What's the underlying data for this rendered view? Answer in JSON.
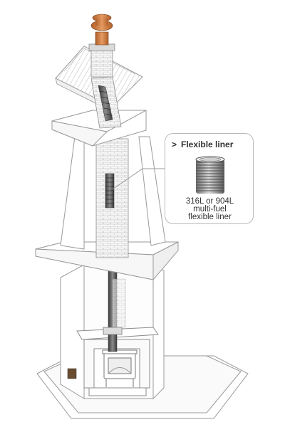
{
  "callout": {
    "title": "Flexible liner",
    "chevron": ">",
    "line1": "316L or 904L",
    "line2": "multi-fuel",
    "line3": "flexible liner"
  },
  "colors": {
    "outline": "#9a9a9a",
    "brick_fill": "#f3f3f3",
    "liner": "#555555",
    "cowl": "#c8733a",
    "callout_border": "#b9b9b9"
  },
  "icons": [
    "cowl-icon",
    "roof-icon",
    "coil-liner-icon",
    "stove-icon"
  ]
}
